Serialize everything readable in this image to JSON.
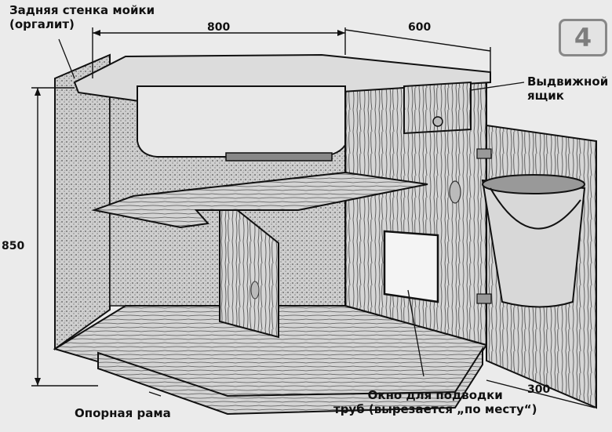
{
  "figure_number": "4",
  "labels": {
    "back_wall": [
      "Задняя стенка мойки",
      "(оргалит)"
    ],
    "drawer": [
      "Выдвижной",
      "ящик"
    ],
    "support_frame": "Опорная рама",
    "pipe_window": [
      "Окно для подводки",
      "труб (вырезается „по месту“)"
    ]
  },
  "dimensions": {
    "width": "800",
    "depth": "600",
    "height": "850",
    "door": "300"
  }
}
